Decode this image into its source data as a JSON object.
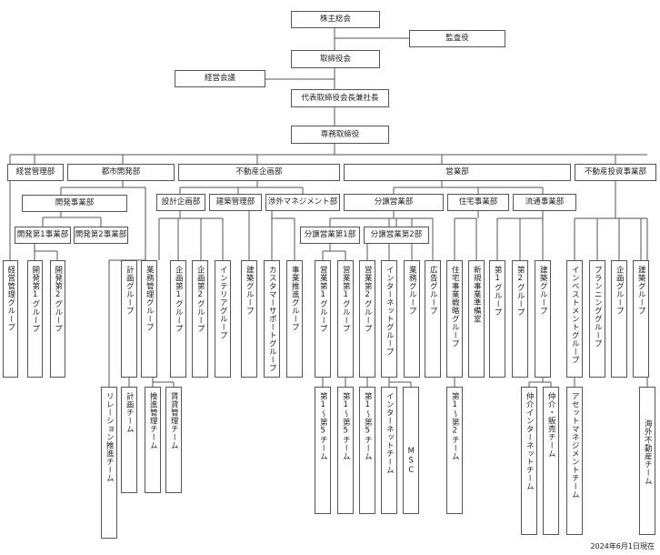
{
  "nodes": {
    "shareholders": "株主総会",
    "auditor": "監査役",
    "board": "取締役会",
    "mgmt_meeting": "経営会議",
    "president": "代表取締役会長兼社長",
    "senior_director": "専務取締役",
    "dept_mgmt": "経営管理部",
    "dept_urban": "都市開発部",
    "dept_realestate": "不動産企画部",
    "dept_sales": "営業部",
    "dept_invest": "不動産投資事業部",
    "dev_biz": "開発事業部",
    "dev_biz_1": "開発第1事業部",
    "dev_biz_2": "開発第2事業部",
    "design_plan": "設計企画部",
    "construction": "建築管理部",
    "external_mgmt": "渉外マネジメント部",
    "condo_sales": "分譲営業部",
    "condo_sales_1": "分譲営業第1部",
    "condo_sales_2": "分譲営業第2部",
    "housing_biz": "住宅事業部",
    "distribution_biz": "流通事業部"
  },
  "groups": {
    "g_mgmt": "経営管理グループ",
    "g_dev1": "開発第1グループ",
    "g_dev2": "開発第2グループ",
    "g_plan": "計画グループ",
    "g_bizmgmt": "業務管理グループ",
    "g_kikaku1": "企画第1グループ",
    "g_kikaku2": "企画第2グループ",
    "g_interior": "インテリアグループ",
    "g_kenchiku": "建築グループ",
    "g_customer": "カスタマーサポートグループ",
    "g_promo": "事業推進グループ",
    "g_sales1": "営業第1グループ",
    "g_sales1b": "営業第1グループ",
    "g_sales2": "営業第2グループ",
    "g_internet": "インターネットグループ",
    "g_gyomu": "業務グループ",
    "g_ad": "広告グループ",
    "g_housing_strategy": "住宅事業戦略グループ",
    "g_new_prep": "新規事業準備室",
    "g_dist1": "第1グループ",
    "g_dist2": "第2グループ",
    "g_dist_build": "建築グループ",
    "g_investment": "インベストメントグループ",
    "g_planning": "プランニンググループ",
    "g_kikaku": "企画グループ",
    "g_kenchiku2": "建築グループ"
  },
  "teams": {
    "t_relation": "リレーション推進チーム",
    "t_plan": "計画チーム",
    "t_promo_mgmt": "推進管理チーム",
    "t_lease_mgmt": "賃貸管理チーム",
    "t_s1": "第1〜第5チーム",
    "t_s2": "第1〜第5チーム",
    "t_s3": "第1〜第5チーム",
    "t_internet": "インターネットチーム",
    "t_msc": "MSC",
    "t_housing": "第1〜第2チーム",
    "t_broker_net": "仲介インターネットチーム",
    "t_broker_sales": "仲介・販売チーム",
    "t_asset": "アセットマネジメントチーム",
    "t_overseas": "海外不動産チーム"
  },
  "date_note": "2024年6月1日現在"
}
